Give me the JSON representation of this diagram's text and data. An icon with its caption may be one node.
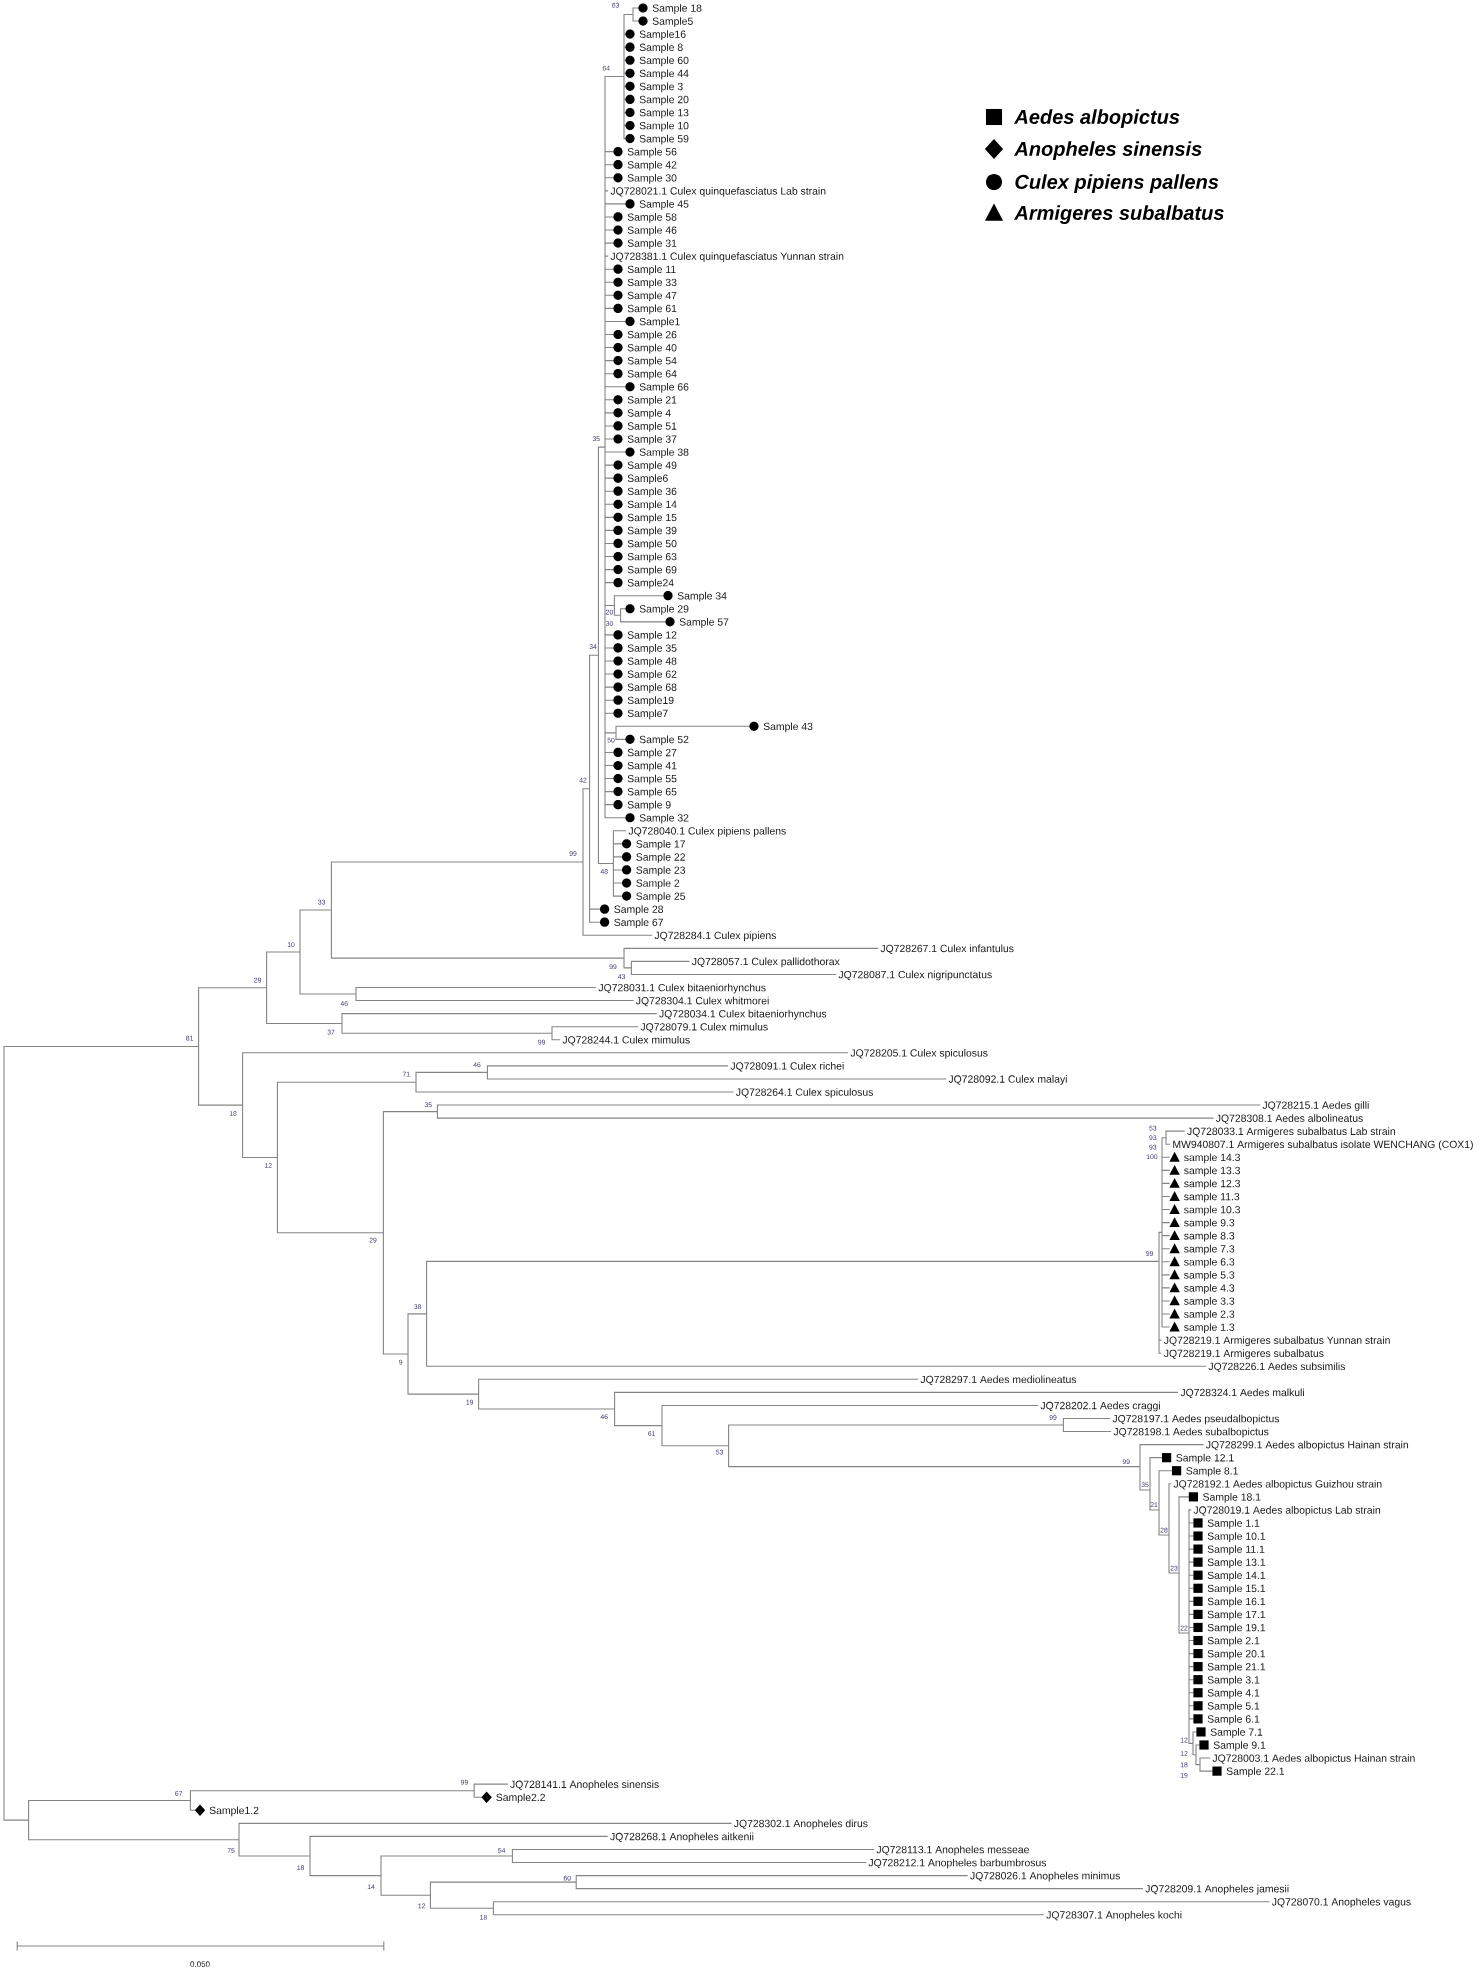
{
  "diagram": {
    "labels": [
      "63",
      "Sample 18",
      "Sample5",
      "Sample16",
      "Sample 8",
      "Sample 60",
      "64",
      "Sample 44",
      "Sample 3",
      "Sample 20",
      "Sample 13",
      "Sample 10",
      "Sample 59",
      "Sample 56",
      "Sample 42",
      "Sample 30",
      "JQ728021.1 Culex quinquefasciatus Lab strain",
      "Sample 45",
      "Sample 58",
      "Sample 46",
      "Sample 31",
      "JQ728381.1 Culex quinquefasciatus Yunnan strain",
      "Sample 11",
      "Sample 33",
      "Sample 47",
      "Sample 61",
      "Sample1",
      "Sample 26",
      "Sample 40",
      "Sample 54",
      "Sample 64",
      "Sample 66",
      "Sample 21",
      "Sample 4",
      "Sample 51",
      "35",
      "Sample 37",
      "Sample 38",
      "Sample 49",
      "Sample6",
      "Sample 36",
      "Sample 14",
      "Sample 15",
      "Sample 39",
      "Sample 50",
      "Sample 63",
      "Sample 69",
      "Sample24",
      "Sample 34",
      "20",
      "Sample 29",
      "30",
      "Sample 57",
      "Sample 12",
      "34",
      "Sample 35",
      "Sample 48",
      "Sample 62",
      "Sample 68",
      "Sample19",
      "Sample7",
      "Sample 43",
      "50",
      "Sample 52",
      "Sample 27",
      "Sample 41",
      "42",
      "Sample 55",
      "Sample 65",
      "Sample 9",
      "Sample 32",
      "JQ728040.1 Culex pipiens pallens",
      "Sample 17",
      "99",
      "Sample 22",
      "48",
      "Sample 23",
      "Sample 2",
      "Sample 25",
      "33",
      "Sample 28",
      "Sample 67",
      "JQ728284.1 Culex pipiens",
      "10",
      "JQ728267.1 Culex infantulus",
      "JQ728057.1 Culex pallidothorax",
      "99",
      "29",
      "43",
      "JQ728087.1 Culex nigripunctatus",
      "JQ728031.1 Culex bitaeniorhynchus",
      "46",
      "JQ728304.1 Culex whitmorei",
      "JQ728034.1 Culex bitaeniorhynchus",
      "JQ728079.1 Culex mimulus",
      "37",
      "81",
      "99",
      "JQ728244.1 Culex mimulus",
      "JQ728205.1 Culex spiculosus",
      "46",
      "JQ728091.1 Culex richei",
      "71",
      "JQ728092.1 Culex malayi",
      "JQ728264.1 Culex spiculosus",
      "35",
      "JQ728215.1 Aedes gilli",
      "18",
      "JQ728308.1 Aedes albolineatus",
      "53",
      "JQ728033.1 Armigeres subalbatus Lab strain",
      "93",
      "MW940807.1 Armigeres subalbatus isolate WENCHANG (COX1)",
      "93",
      "100",
      "sample 14.3",
      "12",
      "sample 13.3",
      "sample 12.3",
      "sample 11.3",
      "sample 10.3",
      "sample 9.3",
      "sample 8.3",
      "29",
      "sample 7.3",
      "99",
      "sample 6.3",
      "sample 5.3",
      "sample 4.3",
      "sample 3.3",
      "38",
      "sample 2.3",
      "sample 1.3",
      "JQ728219.1 Armigeres subalbatus Yunnan strain",
      "JQ728219.1 Armigeres subalbatus",
      "9",
      "JQ728226.1 Aedes subsimilis",
      "JQ728297.1 Aedes mediolineatus",
      "JQ728324.1 Aedes malkuli",
      "19",
      "JQ728202.1 Aedes craggi",
      "46",
      "99",
      "JQ728197.1 Aedes pseudalbopictus",
      "61",
      "JQ728198.1 Aedes subalbopictus",
      "JQ728299.1 Aedes albopictus Hainan strain",
      "53",
      "Sample 12.1",
      "99",
      "Sample 8.1",
      "35",
      "JQ728192.1 Aedes albopictus Guizhou strain",
      "Sample 18.1",
      "21",
      "JQ728019.1 Aedes albopictus Lab strain",
      "Sample 1.1",
      "28",
      "Sample 10.1",
      "Sample 11.1",
      "Sample 13.1",
      "23",
      "Sample 14.1",
      "Sample 15.1",
      "Sample 16.1",
      "Sample 17.1",
      "Sample 19.1",
      "22",
      "Sample 2.1",
      "Sample 20.1",
      "Sample 21.1",
      "Sample 3.1",
      "Sample 4.1",
      "Sample 5.1",
      "Sample 6.1",
      "Sample 7.1",
      "12",
      "Sample 9.1",
      "12",
      "JQ728003.1 Aedes albopictus Hainan strain",
      "18",
      "19",
      "Sample 22.1",
      "99",
      "JQ728141.1 Anopheles sinensis",
      "67",
      "Sample2.2",
      "Sample1.2",
      "JQ728302.1 Anopheles dirus",
      "JQ728268.1 Anopheles aitkenii",
      "75",
      "54",
      "JQ728113.1 Anopheles messeae",
      "JQ728212.1 Anopheles barbumbrosus",
      "18",
      "60",
      "JQ728026.1 Anopheles minimus",
      "14",
      "JQ728209.1 Anopheles jamesii",
      "JQ728070.1 Anopheles vagus",
      "12",
      "18",
      "JQ728307.1 Anopheles kochi",
      "0.050"
    ],
    "legend": [
      {
        "text": "Aedes albopictus"
      },
      {
        "text": "Anopheles sinensis"
      },
      {
        "text": "Culex pipiens pallens"
      },
      {
        "text": "Armigeres subalbatus"
      }
    ]
  }
}
